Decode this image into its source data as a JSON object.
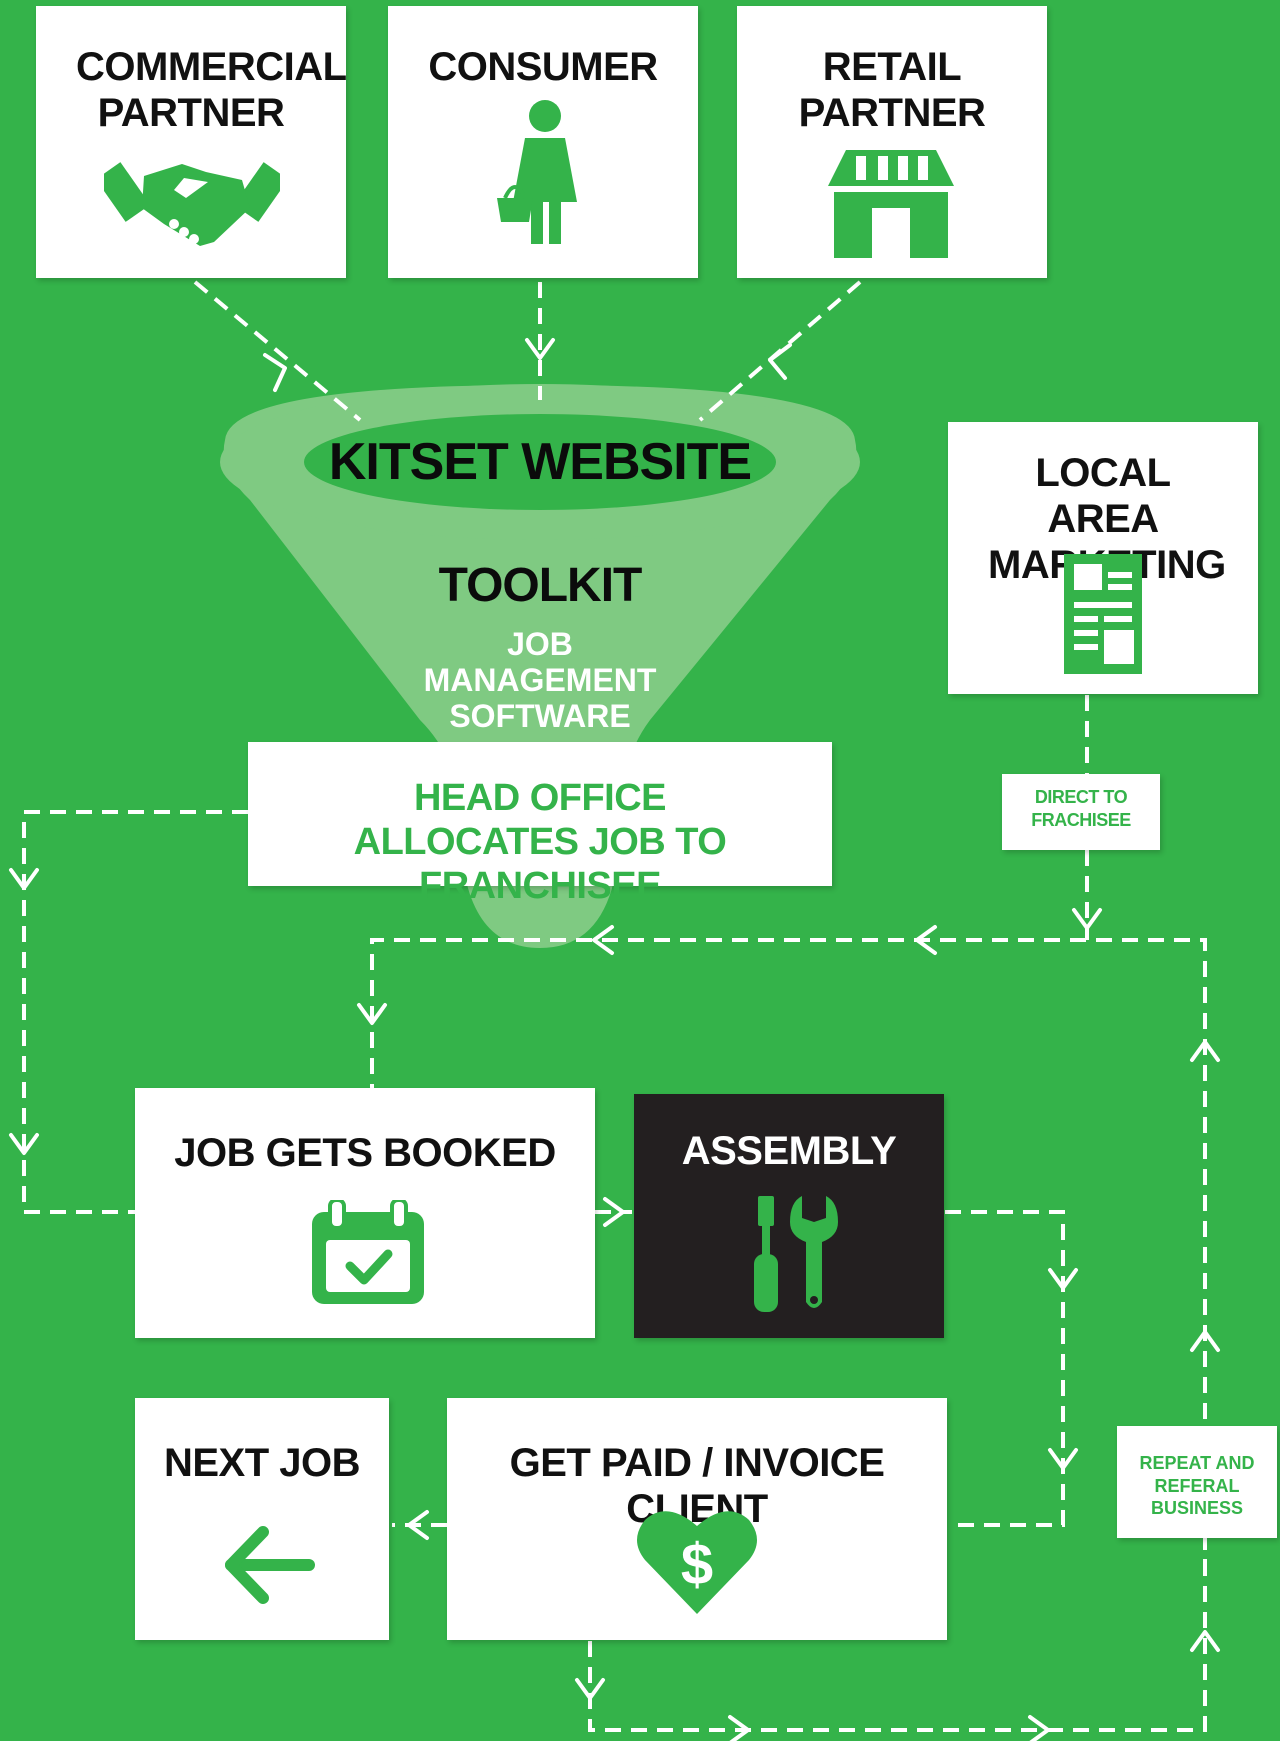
{
  "colors": {
    "background": "#34b34a",
    "box": "#ffffff",
    "dark_box": "#231f20",
    "accent": "#34b34a"
  },
  "sources": [
    {
      "label": "COMMERCIAL PARTNER",
      "icon": "handshake-icon"
    },
    {
      "label": "CONSUMER",
      "icon": "shopper-icon"
    },
    {
      "label": "RETAIL PARTNER",
      "icon": "storefront-icon"
    }
  ],
  "funnel": {
    "website": "KITSET WEBSITE",
    "toolkit": "TOOLKIT",
    "software": "JOB MANAGEMENT SOFTWARE"
  },
  "head_office": "HEAD OFFICE ALLOCATES JOB TO FRANCHISEE",
  "local_marketing": {
    "label": "LOCAL AREA MARKETING",
    "icon": "flyer-icon"
  },
  "direct_label": "DIRECT TO FRACHISEE",
  "steps": {
    "booked": {
      "label": "JOB GETS BOOKED",
      "icon": "calendar-check-icon"
    },
    "assembly": {
      "label": "ASSEMBLY",
      "icon": "tools-icon"
    },
    "paid": {
      "label": "GET PAID / INVOICE CLIENT",
      "icon": "heart-dollar-icon"
    },
    "next": {
      "label": "NEXT JOB",
      "icon": "arrow-left-icon"
    }
  },
  "repeat_label": "REPEAT AND REFERAL BUSINESS"
}
